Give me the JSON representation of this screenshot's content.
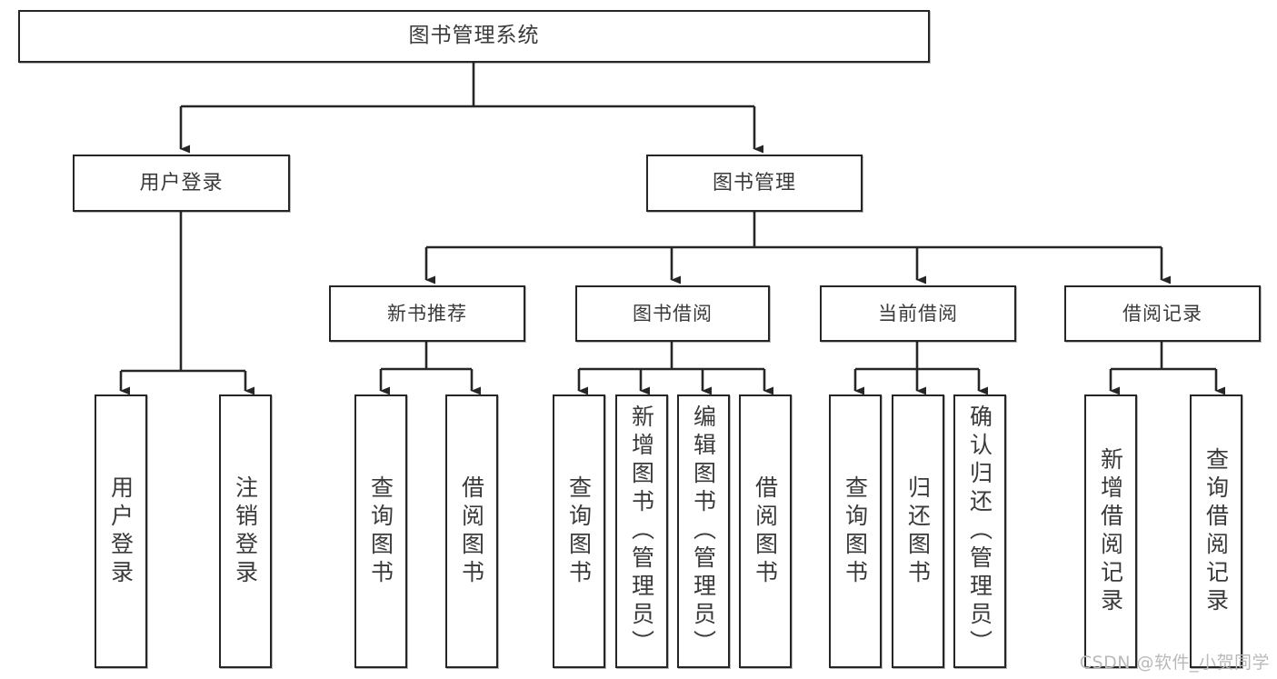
{
  "diagram": {
    "title": "图书管理系统",
    "type": "hierarchy-tree",
    "root": {
      "label": "图书管理系统"
    },
    "level2": [
      {
        "label": "用户登录"
      },
      {
        "label": "图书管理"
      }
    ],
    "level3": [
      {
        "label": "新书推荐"
      },
      {
        "label": "图书借阅"
      },
      {
        "label": "当前借阅"
      },
      {
        "label": "借阅记录"
      }
    ],
    "leaves": {
      "user_login": [
        {
          "label": "用户登录"
        },
        {
          "label": "注销登录"
        }
      ],
      "new_book_recommend": [
        {
          "label": "查询图书"
        },
        {
          "label": "借阅图书"
        }
      ],
      "book_borrow": [
        {
          "label": "查询图书"
        },
        {
          "label": "新增图书（管理员）"
        },
        {
          "label": "编辑图书（管理员）"
        },
        {
          "label": "借阅图书"
        }
      ],
      "current_borrow": [
        {
          "label": "查询图书"
        },
        {
          "label": "归还图书"
        },
        {
          "label": "确认归还（管理员）"
        }
      ],
      "borrow_record": [
        {
          "label": "新增借阅记录"
        },
        {
          "label": "查询借阅记录"
        }
      ]
    }
  },
  "watermark": {
    "text": "CSDN @软件_小贺同学"
  },
  "colors": {
    "node_border": "#262626",
    "node_fill": "#ffffff",
    "text": "#3a3a3a",
    "edge": "#262626",
    "watermark": "#b9b9b9"
  }
}
